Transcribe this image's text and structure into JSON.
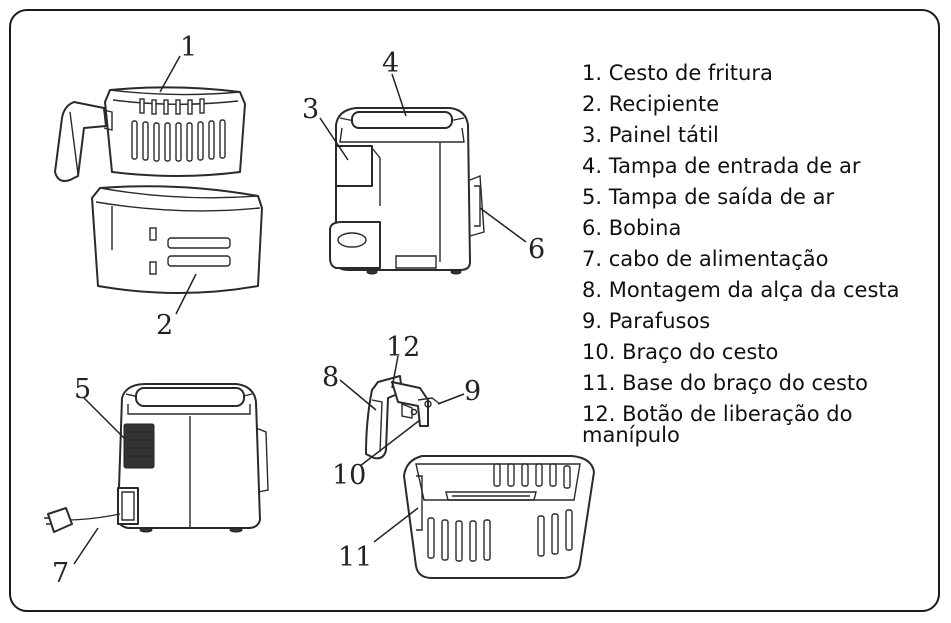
{
  "callouts": [
    "1",
    "2",
    "3",
    "4",
    "5",
    "6",
    "7",
    "8",
    "9",
    "10",
    "11",
    "12"
  ],
  "legend": [
    "1. Cesto de fritura",
    "2. Recipiente",
    "3. Painel tátil",
    "4. Tampa de entrada de ar",
    "5. Tampa de saída de ar",
    "6. Bobina",
    "7. cabo de alimentação",
    "8. Montagem da alça da cesta",
    "9. Parafusos",
    "10. Braço do cesto",
    "11. Base do braço do cesto",
    "12. Botão de liberação do manípulo"
  ]
}
